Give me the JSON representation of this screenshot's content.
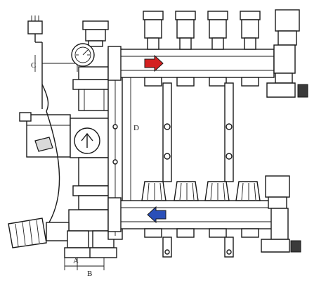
{
  "labels": {
    "a": "A",
    "b": "B",
    "c": "C",
    "d": "D"
  },
  "colors": {
    "supply_arrow": "#d42020",
    "return_arrow": "#2a4fb8",
    "line": "#1a1a1a"
  }
}
